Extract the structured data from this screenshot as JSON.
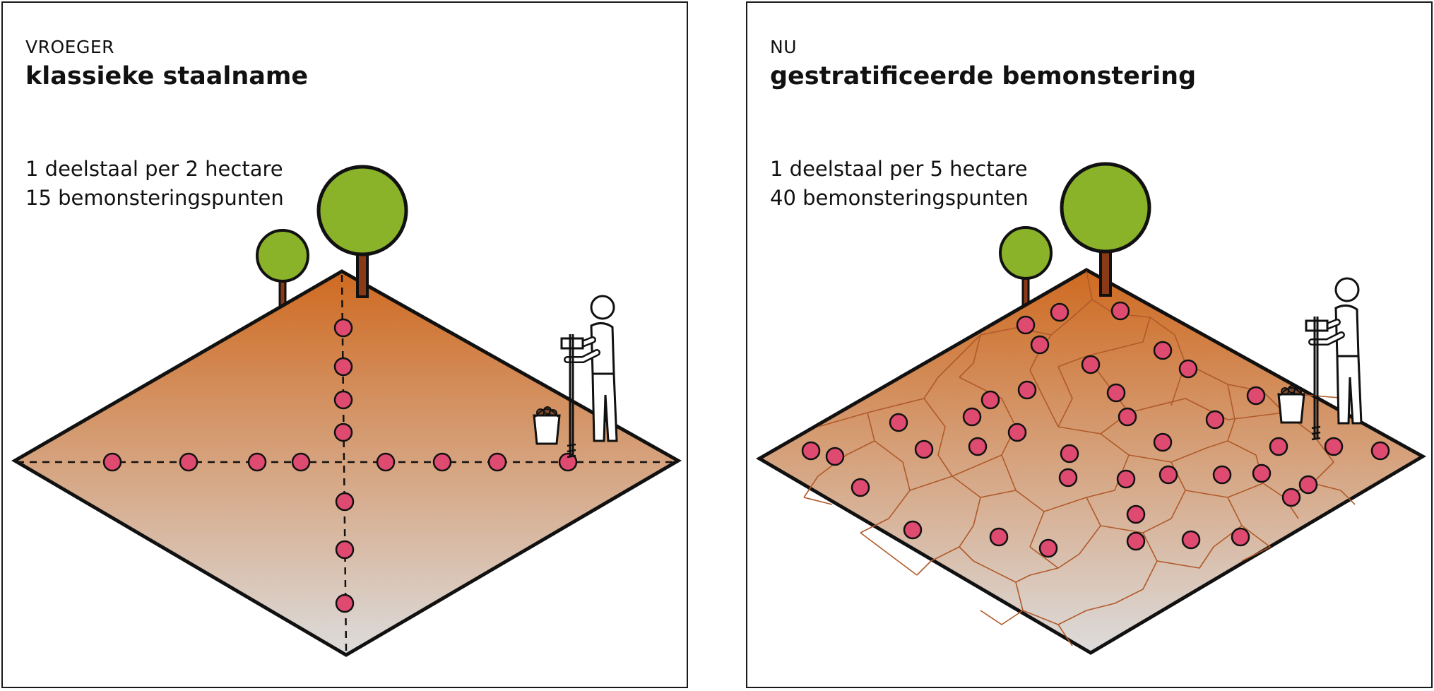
{
  "colors": {
    "field_top": "#cf6a21",
    "field_bottom": "#dcdcdc",
    "sample_point": "#df4a70",
    "tree_crown": "#8ab32a",
    "tree_trunk": "#8a3a17",
    "outline": "#111111"
  },
  "panels": [
    {
      "period": "VROEGER",
      "title": "klassieke staalname",
      "stat_line1": "1 deelstaal per 2 hectare",
      "stat_line2": "15 bemonsteringspunten",
      "sampling_layout": "cross grid along two dashed transects",
      "sample_point_count": 15
    },
    {
      "period": "NU",
      "title": "gestratificeerde bemonstering",
      "stat_line1": "1 deelstaal per 5 hectare",
      "stat_line2": "40 bemonsteringspunten",
      "sampling_layout": "one point per stratified zone",
      "sample_point_count": 40
    }
  ],
  "icons": [
    "tree-icon",
    "person-with-auger-icon",
    "bucket-icon",
    "sample-point-icon"
  ]
}
